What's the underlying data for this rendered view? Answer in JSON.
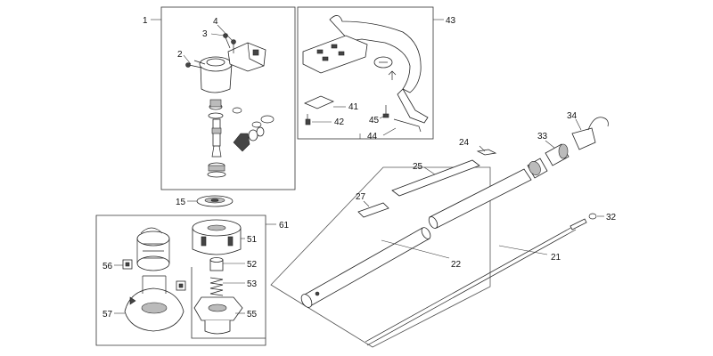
{
  "labels": {
    "p1": "1",
    "p2": "2",
    "p3": "3",
    "p4": "4",
    "p15": "15",
    "p21": "21",
    "p22": "22",
    "p24": "24",
    "p25": "25",
    "p27": "27",
    "p32": "32",
    "p33": "33",
    "p34": "34",
    "p41": "41",
    "p42": "42",
    "p43": "43",
    "p44": "44",
    "p45": "45",
    "p51": "51",
    "p52": "52",
    "p53": "53",
    "p55": "55",
    "p56": "56",
    "p57": "57",
    "p61": "61"
  }
}
